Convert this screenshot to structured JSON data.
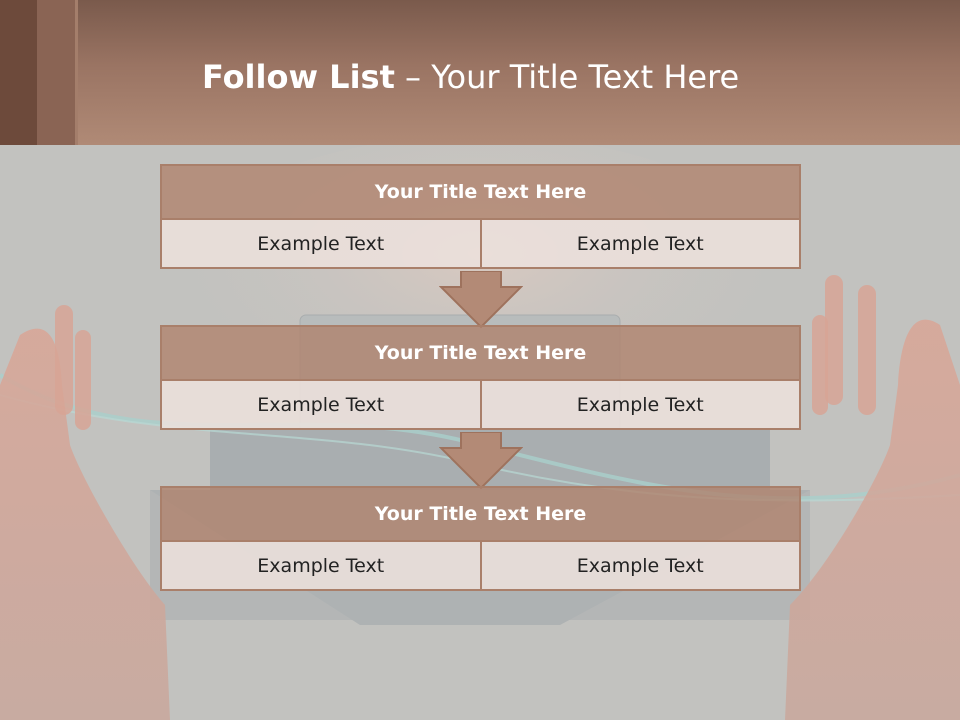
{
  "slide": {
    "title_bold": "Follow List",
    "title_rest": " – Your Title Text Here"
  },
  "blocks": [
    {
      "title": "Your Title Text Here",
      "cells": [
        "Example Text",
        "Example Text"
      ]
    },
    {
      "title": "Your Title Text Here",
      "cells": [
        "Example Text",
        "Example Text"
      ]
    },
    {
      "title": "Your Title Text Here",
      "cells": [
        "Example Text",
        "Example Text"
      ]
    }
  ],
  "colors": {
    "header": "#9a7463",
    "block_title_fill": "#b0826c",
    "block_border": "#a97f6a",
    "cell_fill": "#ece0dc",
    "arrow_fill": "#b38a76"
  }
}
